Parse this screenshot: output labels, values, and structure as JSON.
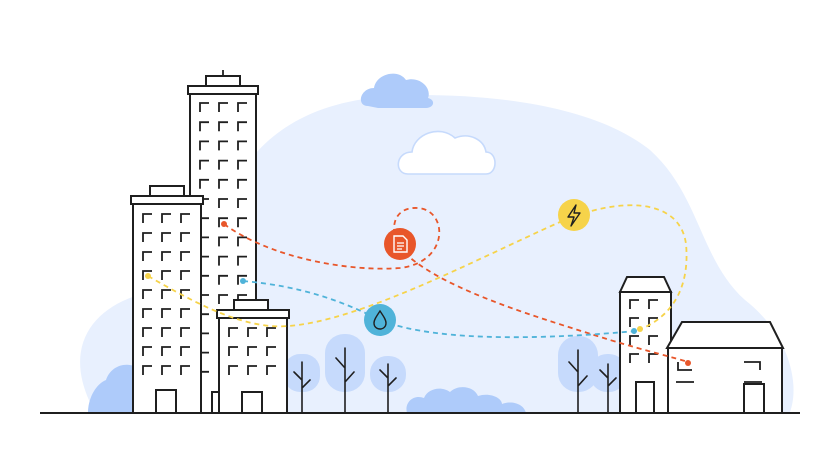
{
  "scene": {
    "ground_color": "#1f1f1f",
    "background_blob_color": "#e8f0fe",
    "cloud_color": "#aecbfa",
    "tree_color": "#c6dafc"
  },
  "flows": [
    {
      "name": "document",
      "color": "#e8562a"
    },
    {
      "name": "water",
      "color": "#4fb3d9"
    },
    {
      "name": "energy",
      "color": "#f6d34a"
    }
  ],
  "icons": [
    {
      "name": "document-icon",
      "background": "#e8562a"
    },
    {
      "name": "water-drop-icon",
      "background": "#4fb3d9"
    },
    {
      "name": "lightning-icon",
      "background": "#f6d34a"
    }
  ]
}
